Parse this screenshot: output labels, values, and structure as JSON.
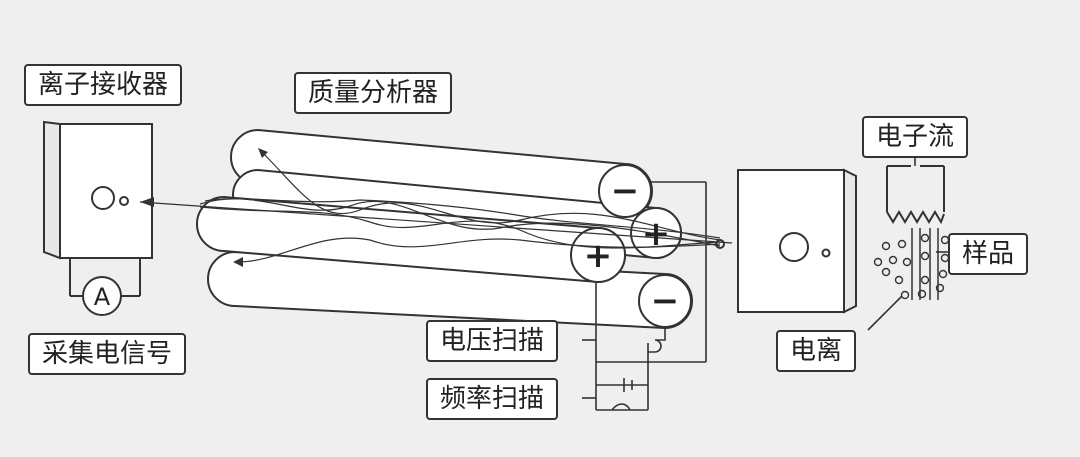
{
  "labels": {
    "ion_receiver": "离子接收器",
    "mass_analyzer": "质量分析器",
    "electron_stream": "电子流",
    "sample": "样品",
    "signal_collection": "采集电信号",
    "voltage_scan": "电压扫描",
    "frequency_scan": "频率扫描",
    "ionization": "电离"
  },
  "symbols": {
    "ammeter": "A",
    "positive": "+",
    "negative": "−"
  },
  "colors": {
    "background": "#efefef",
    "stroke": "#333333",
    "box_fill": "#ffffff"
  }
}
